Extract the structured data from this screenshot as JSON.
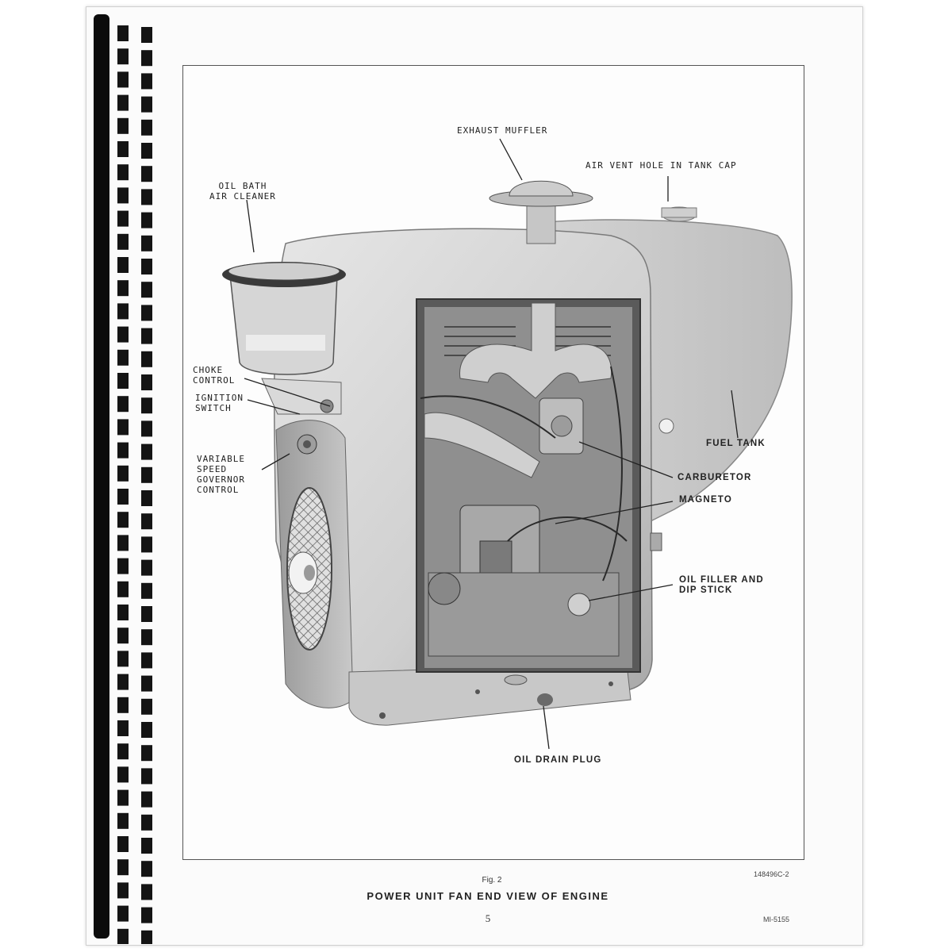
{
  "figure": {
    "number": "Fig. 2",
    "caption": "POWER UNIT FAN END VIEW OF ENGINE",
    "code": "148496C-2"
  },
  "callouts": {
    "exhaust_muffler": "EXHAUST MUFFLER",
    "air_vent": "AIR VENT HOLE IN TANK CAP",
    "oil_bath": "OIL BATH\nAIR CLEANER",
    "choke": "CHOKE\nCONTROL",
    "ignition": "IGNITION\nSWITCH",
    "governor": "VARIABLE\nSPEED\nGOVERNOR\nCONTROL",
    "fuel_tank": "FUEL TANK",
    "carburetor": "CARBURETOR",
    "magneto": "MAGNETO",
    "oil_filler": "OIL FILLER AND\nDIP STICK",
    "oil_drain": "OIL DRAIN PLUG"
  },
  "footer": {
    "page_number": "5",
    "manual_ref": "MI-5155"
  },
  "colors": {
    "paper": "#fbfbfb",
    "ink": "#222222",
    "engine_light": "#d8d8d8",
    "engine_shadow": "#8a8a8a",
    "engine_dark": "#3a3a3a"
  }
}
